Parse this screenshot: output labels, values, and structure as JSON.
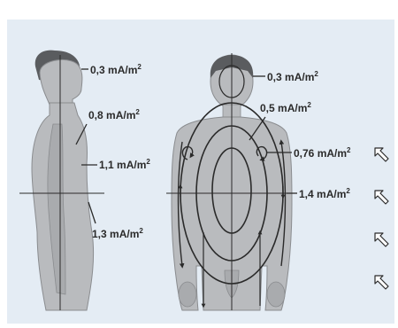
{
  "diagram": {
    "side_figure_labels": [
      {
        "value": "0,3",
        "unit": "mA/m",
        "exp": "2"
      },
      {
        "value": "0,8",
        "unit": "mA/m",
        "exp": "2"
      },
      {
        "value": "1,1",
        "unit": "mA/m",
        "exp": "2"
      },
      {
        "value": "1,3",
        "unit": "mA/m",
        "exp": "2"
      }
    ],
    "front_figure_labels": [
      {
        "value": "0,3",
        "unit": "mA/m",
        "exp": "2"
      },
      {
        "value": "0,5",
        "unit": "mA/m",
        "exp": "2"
      },
      {
        "value": "0,76",
        "unit": "mA/m",
        "exp": "2"
      },
      {
        "value": "1,4",
        "unit": "mA/m",
        "exp": "2"
      }
    ],
    "field_arrow_count": 4,
    "colors": {
      "background": "#e4ecf4",
      "body_fill": "#b9bbbe",
      "body_outline": "#8a8c8f",
      "current_lines": "#2a2a2a",
      "text": "#2a2a2a"
    }
  }
}
